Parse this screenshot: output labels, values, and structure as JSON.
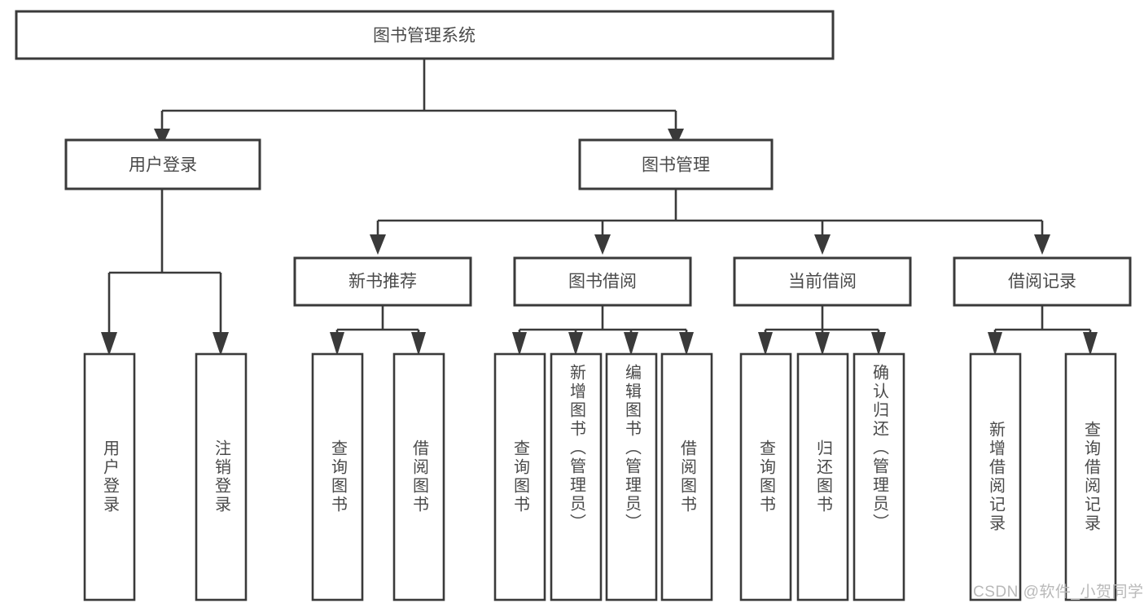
{
  "diagram": {
    "title": "图书管理系统",
    "type": "tree",
    "colors": {
      "background": "#ffffff",
      "box_stroke": "#3a3a3a",
      "box_fill": "#ffffff",
      "text": "#4a4a4a",
      "connector": "#3a3a3a",
      "watermark": "#b9b9b9"
    },
    "root": {
      "id": "root",
      "label": "图书管理系统",
      "orientation": "horizontal"
    },
    "level2": [
      {
        "id": "user-login",
        "label": "用户登录",
        "orientation": "horizontal"
      },
      {
        "id": "book-management",
        "label": "图书管理",
        "orientation": "horizontal"
      }
    ],
    "level3": [
      {
        "id": "new-book-recommend",
        "label": "新书推荐",
        "parent": "book-management",
        "orientation": "horizontal"
      },
      {
        "id": "book-borrow",
        "label": "图书借阅",
        "parent": "book-management",
        "orientation": "horizontal"
      },
      {
        "id": "current-borrow",
        "label": "当前借阅",
        "parent": "book-management",
        "orientation": "horizontal"
      },
      {
        "id": "borrow-record",
        "label": "借阅记录",
        "parent": "book-management",
        "orientation": "horizontal"
      }
    ],
    "leaves": [
      {
        "id": "leaf-user-login",
        "label": "用户登录",
        "parent": "user-login",
        "orientation": "vertical"
      },
      {
        "id": "leaf-user-logout",
        "label": "注销登录",
        "parent": "user-login",
        "orientation": "vertical"
      },
      {
        "id": "leaf-query-book-1",
        "label": "查询图书",
        "parent": "new-book-recommend",
        "orientation": "vertical"
      },
      {
        "id": "leaf-borrow-book-1",
        "label": "借阅图书",
        "parent": "new-book-recommend",
        "orientation": "vertical"
      },
      {
        "id": "leaf-query-book-2",
        "label": "查询图书",
        "parent": "book-borrow",
        "orientation": "vertical"
      },
      {
        "id": "leaf-add-book",
        "label": "新增图书（管理员）",
        "parent": "book-borrow",
        "orientation": "vertical"
      },
      {
        "id": "leaf-edit-book",
        "label": "编辑图书（管理员）",
        "parent": "book-borrow",
        "orientation": "vertical"
      },
      {
        "id": "leaf-borrow-book-2",
        "label": "借阅图书",
        "parent": "book-borrow",
        "orientation": "vertical"
      },
      {
        "id": "leaf-query-book-3",
        "label": "查询图书",
        "parent": "current-borrow",
        "orientation": "vertical"
      },
      {
        "id": "leaf-return-book",
        "label": "归还图书",
        "parent": "current-borrow",
        "orientation": "vertical"
      },
      {
        "id": "leaf-confirm-return",
        "label": "确认归还（管理员）",
        "parent": "current-borrow",
        "orientation": "vertical"
      },
      {
        "id": "leaf-add-record",
        "label": "新增借阅记录",
        "parent": "borrow-record",
        "orientation": "vertical"
      },
      {
        "id": "leaf-query-record",
        "label": "查询借阅记录",
        "parent": "borrow-record",
        "orientation": "vertical"
      }
    ],
    "watermark": "CSDN @软件_小贺同学"
  }
}
